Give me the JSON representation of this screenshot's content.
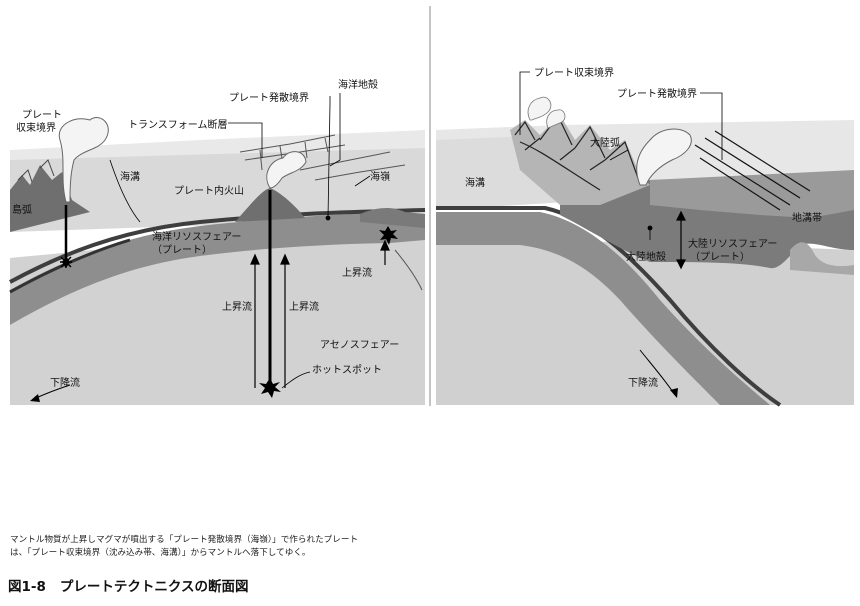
{
  "left_panel": {
    "labels": {
      "plate_convergent": [
        "プレート",
        "収束境界"
      ],
      "island_arc": "島弧",
      "trench": "海溝",
      "transform_fault": "トランスフォーム断層",
      "plate_divergent": "プレート発散境界",
      "oceanic_crust": "海洋地殻",
      "ridge": "海嶺",
      "intraplate_volcano": "プレート内火山",
      "oceanic_lithosphere": [
        "海洋リソスフェアー",
        "（プレート）"
      ],
      "upwelling_right": "上昇流",
      "upwelling_1": "上昇流",
      "upwelling_2": "上昇流",
      "asthenosphere": "アセノスフェアー",
      "hotspot": "ホットスポット",
      "downwelling": "下降流"
    }
  },
  "right_panel": {
    "labels": {
      "plate_convergent": "プレート収束境界",
      "plate_divergent": "プレート発散境界",
      "continental_arc": "大陸弧",
      "trench": "海溝",
      "geosyncline": "地溝帯",
      "continental_crust": "大陸地殻",
      "continental_lithosphere": [
        "大陸リソスフェアー",
        "（プレート）"
      ],
      "downwelling": "下降流"
    }
  },
  "caption": [
    "マントル物質が上昇しマグマが噴出する「プレート発散境界（海嶺）」で作られたプレート",
    "は、「プレート収束境界（沈み込み帯、海溝）」からマントルへ落下してゆく。"
  ],
  "figure": {
    "number": "図1-8",
    "title": "プレートテクトニクスの断面図"
  }
}
